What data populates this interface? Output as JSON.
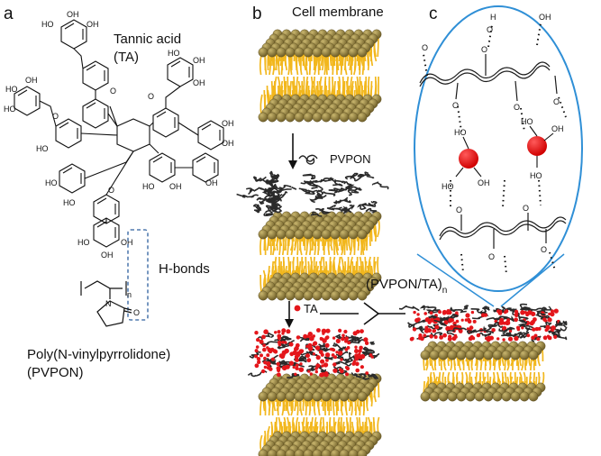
{
  "panels": {
    "a": {
      "letter": "a",
      "ta_name": "Tannic acid",
      "ta_abbr": "(TA)",
      "hbond_label": "H-bonds",
      "pvpon_name": "Poly(N-vinylpyrrolidone)",
      "pvpon_abbr": "(PVPON)",
      "subscript_n": "n",
      "atom_ho": "HO",
      "atom_oh": "OH",
      "atom_o": "O",
      "atom_n": "N"
    },
    "b": {
      "letter": "b",
      "membrane_label": "Cell membrane",
      "pvpon_label": "PVPON",
      "ta_label": "TA",
      "multilayer_label": "(PVPON/TA)",
      "multilayer_sub": "n"
    },
    "c": {
      "letter": "c",
      "atom_o": "O",
      "atom_h": "H",
      "atom_oh": "OH",
      "atom_ho": "HO"
    }
  },
  "colors": {
    "lipid_head": "#8b7a3e",
    "lipid_tail": "#f2b71d",
    "polymer": "#2a2a2a",
    "ta_dot": "#e4161b",
    "ellipse": "#2f8fd6",
    "hbond_box": "#2d5f9e"
  }
}
